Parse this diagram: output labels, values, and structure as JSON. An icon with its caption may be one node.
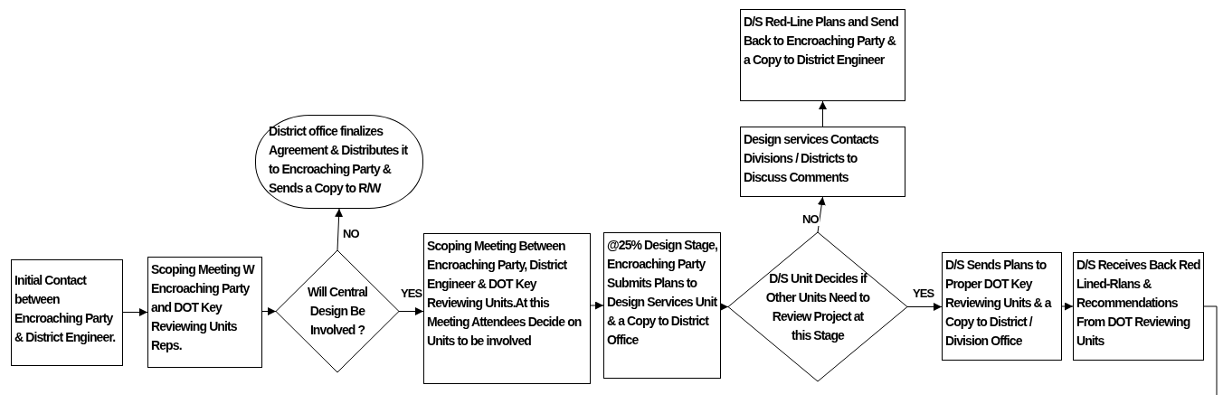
{
  "diagram": {
    "nodes": [
      {
        "text": [
          "Initial Contact between Encroaching Party & District Engineer."
        ]
      },
      {
        "text": [
          "Scoping Meeting W Encroaching Party and DOT Key Reviewing Units Reps."
        ]
      },
      {
        "text": [
          "Will Central Design Be Involved ?"
        ]
      },
      {
        "text": [
          "District office finalizes Agreement & Distributes it to Encroaching Party & Sends a Copy to R/W"
        ]
      },
      {
        "text": [
          "Scoping Meeting Between Encroaching Party, District Engineer & DOT Key Reviewing Units.At this Meeting Attendees Decide on Units to be involved"
        ]
      },
      {
        "text": [
          "@25% Design Stage, Encroaching Party Submits Plans to Design Services Unit & a Copy to District Office"
        ]
      },
      {
        "text": [
          "D/S Unit Decides if Other Units Need to Review Project at this Stage"
        ]
      },
      {
        "text": [
          "Design services Contacts Divisions / Districts to Discuss Comments"
        ]
      },
      {
        "text": [
          "D/S Red-Line Plans and Send Back to Encroaching Party & a Copy to District Engineer"
        ]
      },
      {
        "text": [
          "D/S Sends Plans to Proper DOT Key Reviewing Units & a Copy to District / Division Office"
        ]
      },
      {
        "text": [
          "D/S Receives Back Red Lined-Rlans & Recommendations From DOT Reviewing Units"
        ]
      }
    ],
    "edges": [
      {
        "from": 0,
        "to": 1,
        "arrow": "to"
      },
      {
        "from": 1,
        "to": 2,
        "arrow": "to"
      },
      {
        "from": 2,
        "to": 3,
        "arrow": "to",
        "label": "NO"
      },
      {
        "from": 2,
        "to": 4,
        "arrow": "to",
        "label": "YES"
      },
      {
        "from": 4,
        "to": 5,
        "arrow": "to"
      },
      {
        "from": 5,
        "to": 6,
        "arrow": "to"
      },
      {
        "from": 6,
        "to": 7,
        "arrow": "to",
        "label": "NO"
      },
      {
        "from": 7,
        "to": 8,
        "arrow": "to"
      },
      {
        "from": 6,
        "to": 9,
        "arrow": "to",
        "label": "YES"
      },
      {
        "from": 9,
        "to": 10,
        "arrow": "to"
      },
      {
        "from": 10,
        "to": null,
        "arrow": "none"
      }
    ]
  }
}
